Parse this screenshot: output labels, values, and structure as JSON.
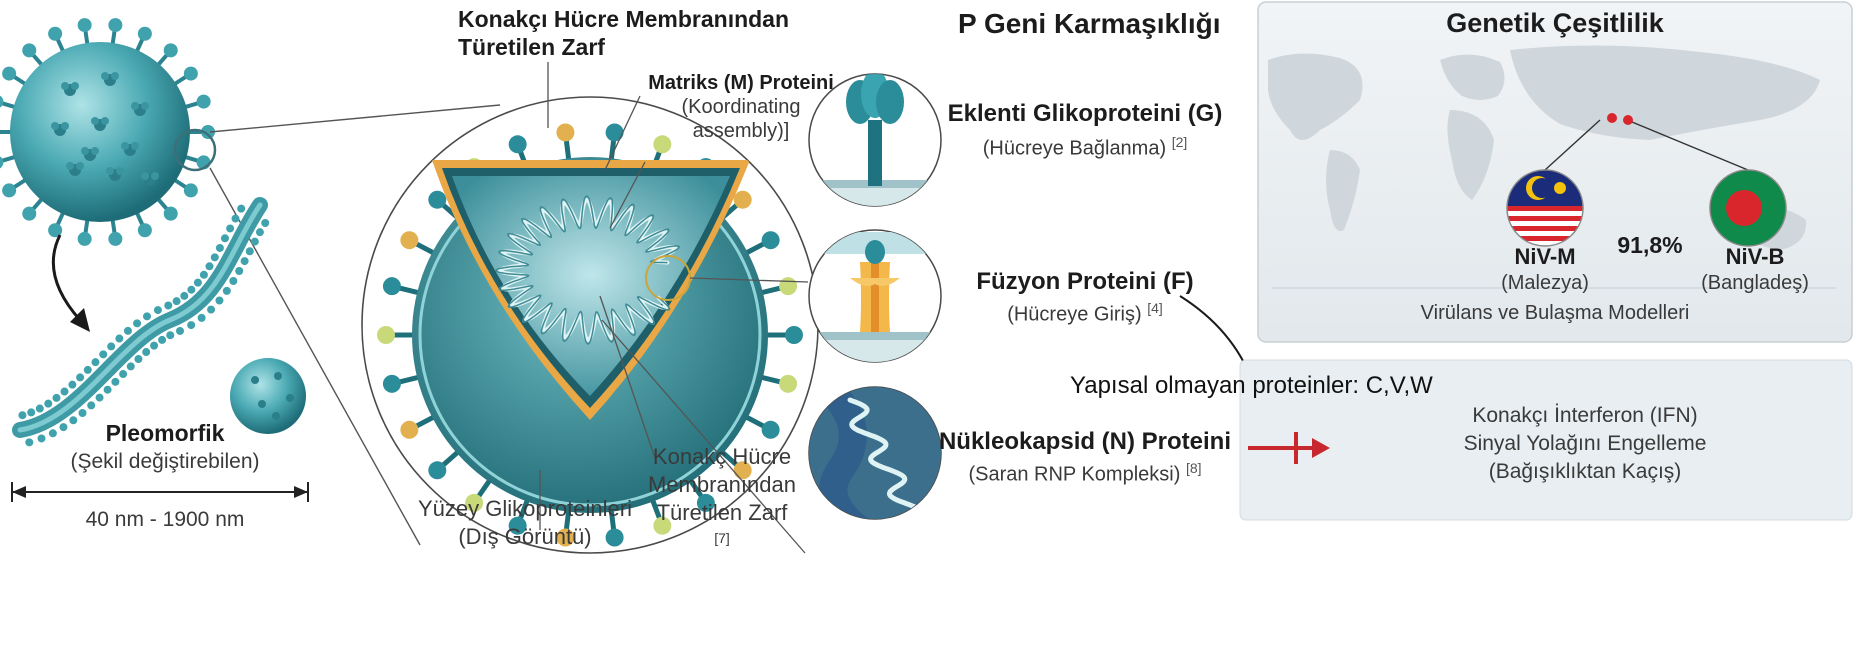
{
  "envelope_top": {
    "line1": "Konakçı Hücre Membranından",
    "line2": "Türetilen Zarf"
  },
  "matrix": {
    "title": "Matriks (M) Proteini",
    "line1": "(Koordinating",
    "line2": "assembly)]"
  },
  "pleomorphic": {
    "title": "Pleomorfik",
    "subtitle": "(Şekil değiştirebilen)",
    "size_range": "40 nm - 1900 nm"
  },
  "surface": {
    "line1": "Yüzey Glikoproteinleri",
    "line2": "(Dış Görüntü)"
  },
  "envelope_bottom": {
    "line1": "Konakç Hücre",
    "line2": "Membranından",
    "line3": "Türetilen Zarf",
    "ref": "[7]"
  },
  "p_gene": {
    "title": "P Geni Karmaşıklığı"
  },
  "proteins": {
    "g": {
      "title": "Eklenti Glikoproteini (G)",
      "subtitle": "(Hücreye Bağlanma)",
      "ref": "[2]"
    },
    "f": {
      "title": "Füzyon Proteini (F)",
      "subtitle": "(Hücreye Giriş)",
      "ref": "[4]"
    },
    "n": {
      "title": "Nükleokapsid (N) Proteini",
      "subtitle": "(Saran RNP Kompleksi)",
      "ref": "[8]"
    }
  },
  "genetic": {
    "title": "Genetik Çeşitlilik",
    "niv_m": "NiV-M",
    "niv_m_country": "(Malezya)",
    "niv_b": "NiV-B",
    "niv_b_country": "(Bangladeş)",
    "similarity": "91,8%",
    "footer": "Virülans ve Bulaşma Modelleri"
  },
  "nonstructural": "Yapısal olmayan proteinler: C,V,W",
  "ifn": {
    "line1": "Konakçı İnterferon (IFN)",
    "line2": "Sinyal Yolağını Engelleme",
    "line3": "(Bağışıklıktan Kaçış)"
  },
  "colors": {
    "virus_teal": "#3a9aa6",
    "virus_dark": "#1f6f7a",
    "matrix_orange": "#e9a845",
    "fusion_yellow": "#f3b74a",
    "panel_bg": "#e9eef1",
    "arrow_red": "#c8272e",
    "flag_green": "#0f8a4a",
    "flag_red": "#d9262c",
    "flag_blue": "#1a2c7a"
  }
}
